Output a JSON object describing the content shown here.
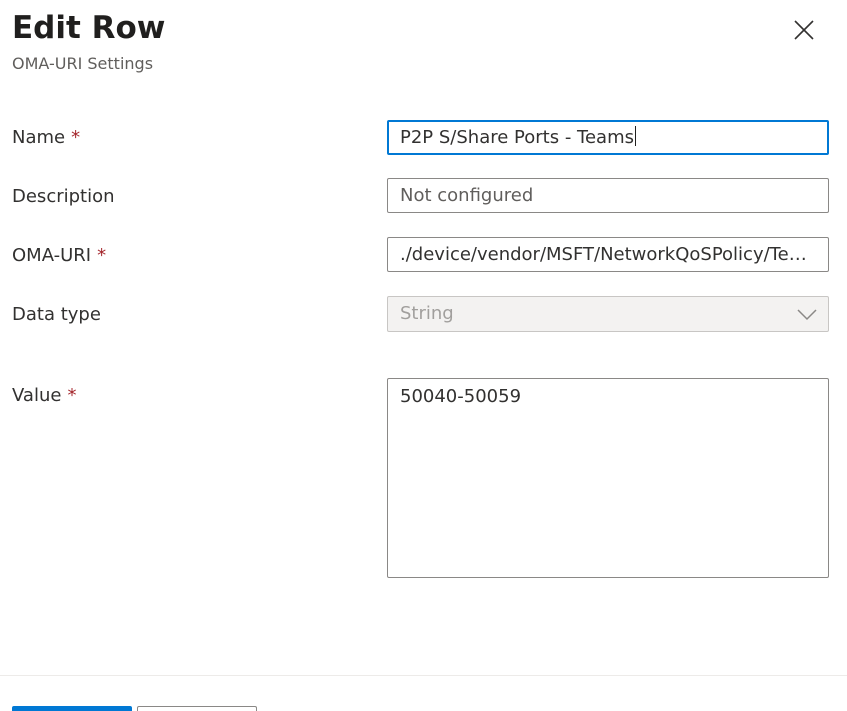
{
  "header": {
    "title": "Edit Row",
    "subtitle": "OMA-URI Settings",
    "close_icon": "close-icon"
  },
  "form": {
    "name": {
      "label": "Name",
      "required_mark": "*",
      "value": "P2P S/Share Ports - Teams"
    },
    "description": {
      "label": "Description",
      "placeholder": "Not configured"
    },
    "oma_uri": {
      "label": "OMA-URI",
      "required_mark": "*",
      "value": "./device/vendor/MSFT/NetworkQoSPolicy/Tea..."
    },
    "data_type": {
      "label": "Data type",
      "selected": "String",
      "icon": "chevron-down-icon"
    },
    "value": {
      "label": "Value",
      "required_mark": "*",
      "value": "50040-50059"
    }
  },
  "colors": {
    "accent": "#0078d4",
    "required": "#a4262c"
  }
}
